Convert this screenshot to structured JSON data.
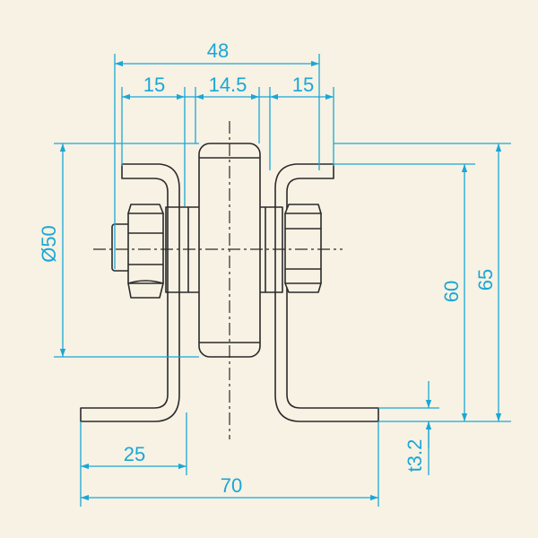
{
  "colors": {
    "background": "#f7f2e4",
    "dimension": "#1aa7d6",
    "outline": "#2b2b2b"
  },
  "dimensions": {
    "overall_top_width": "48",
    "left_bracket_width": "15",
    "wheel_width": "14.5",
    "right_bracket_width": "15",
    "wheel_diameter": "Ø50",
    "height_60": "60",
    "height_65": "65",
    "plate_thickness": "t3.2",
    "foot_width": "25",
    "overall_base_width": "70"
  }
}
